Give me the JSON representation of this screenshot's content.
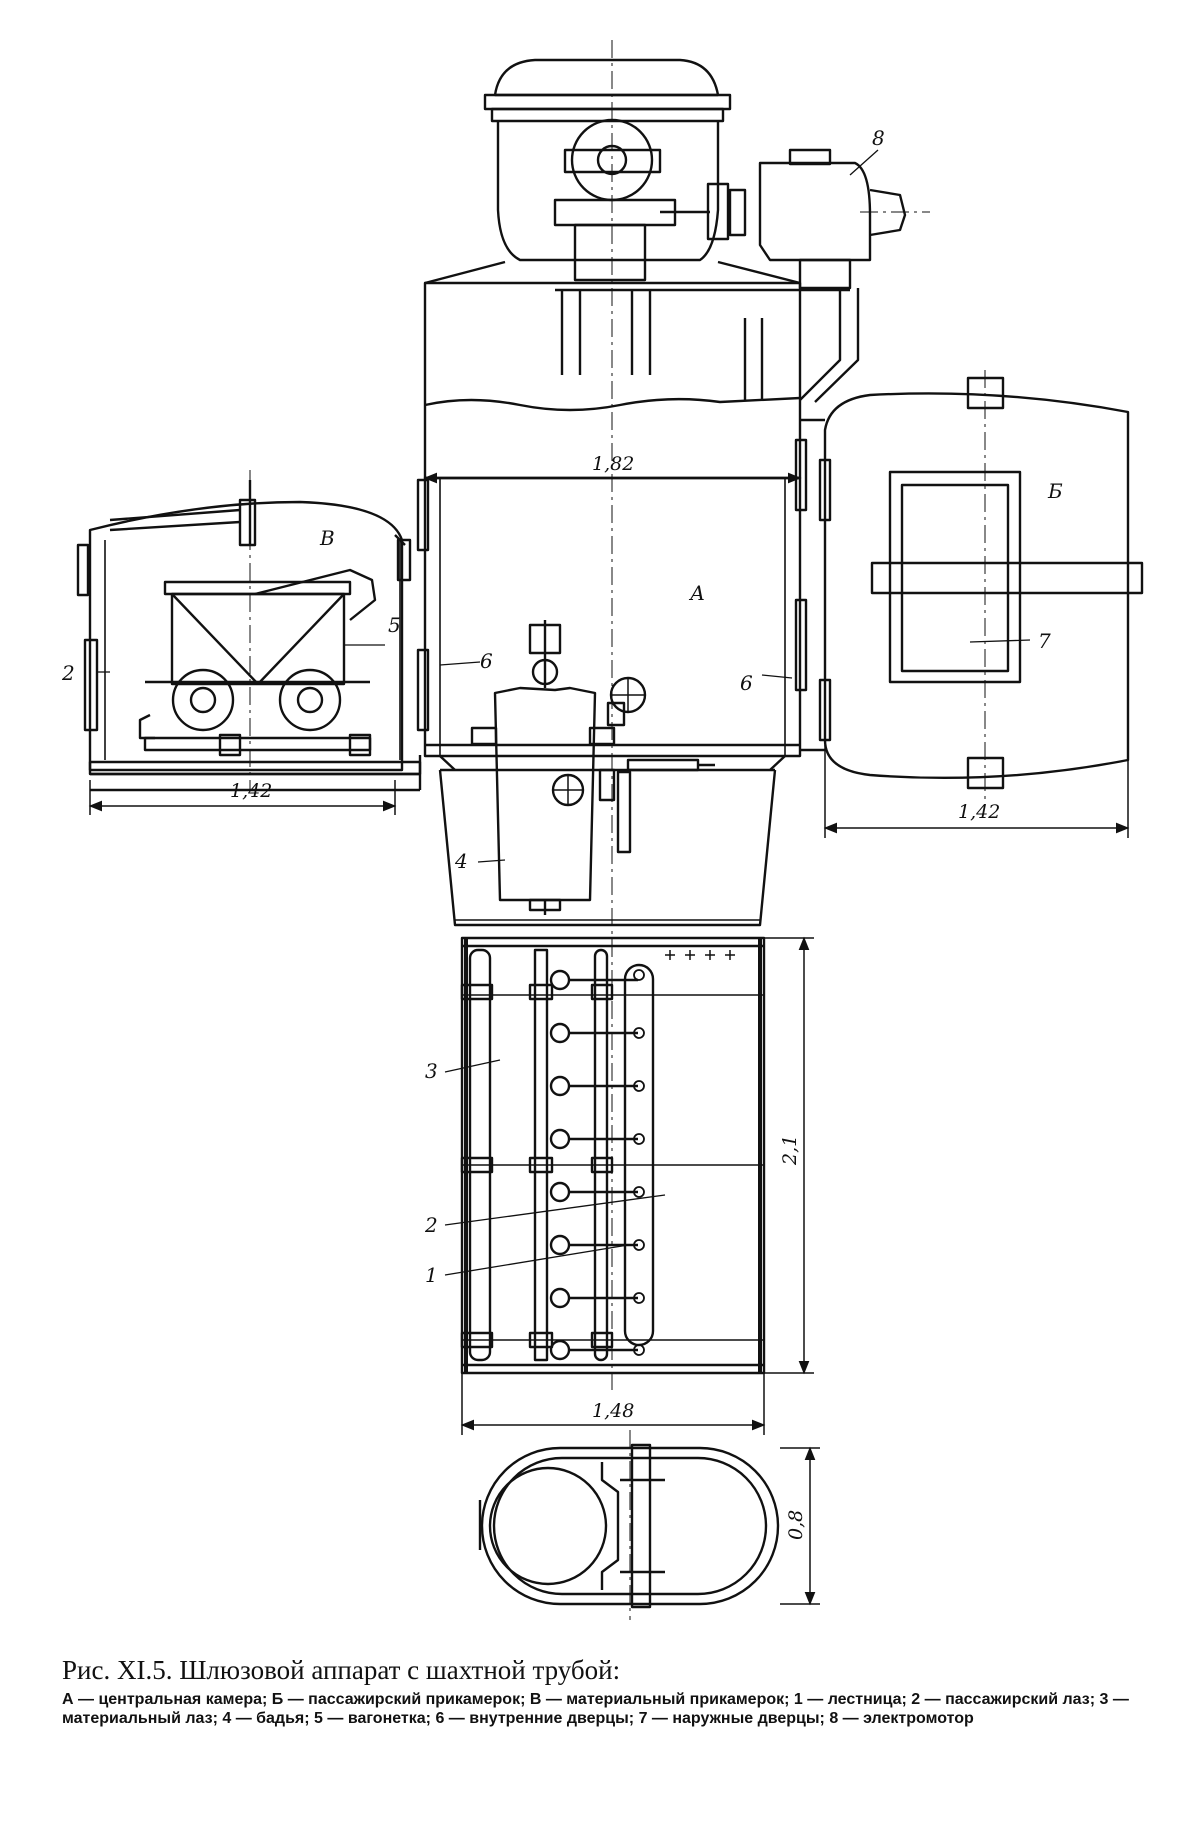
{
  "labels": {
    "A": "А",
    "B": "Б",
    "V": "В",
    "n1": "1",
    "n2_left": "2",
    "n2_pipe": "2",
    "n3": "3",
    "n4": "4",
    "n5": "5",
    "n6_left": "6",
    "n6_right": "6",
    "n7": "7",
    "n8": "8"
  },
  "dimensions": {
    "width_central": "1,82",
    "width_left": "1,42",
    "width_right": "1,42",
    "height_pipe": "2,1",
    "width_pipe": "1,48",
    "depth_section": "0,8"
  },
  "caption": {
    "title": "Рис. XI.5. Шлюзовой аппарат с шахтной трубой:",
    "legend": "А — центральная камера; Б — пассажирский прикамерок; В — материальный прикамерок; 1 — лестница; 2 — пассажирский лаз; 3 — материальный лаз; 4 — бадья; 5 — вагонетка; 6 — внутренние дверцы; 7 — наружные дверцы; 8 — электромотор"
  }
}
